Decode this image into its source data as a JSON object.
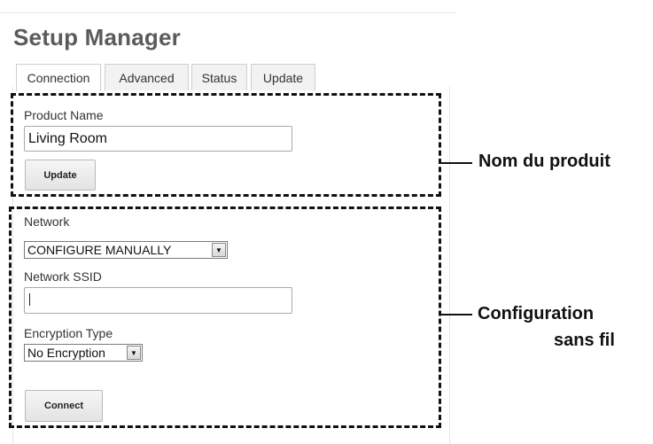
{
  "app": {
    "title": "Setup Manager"
  },
  "tabs": [
    {
      "label": "Connection",
      "active": true
    },
    {
      "label": "Advanced",
      "active": false
    },
    {
      "label": "Status",
      "active": false
    },
    {
      "label": "Update",
      "active": false
    }
  ],
  "product": {
    "label": "Product Name",
    "value": "Living Room",
    "update_label": "Update"
  },
  "network": {
    "label": "Network",
    "selected": "CONFIGURE MANUALLY",
    "ssid_label": "Network SSID",
    "ssid_value": "",
    "encryption_label": "Encryption Type",
    "encryption_selected": "No Encryption",
    "connect_label": "Connect"
  },
  "callouts": {
    "product": "Nom du produit",
    "wireless_line1": "Configuration",
    "wireless_line2": "sans fil"
  },
  "icons": {
    "select_arrow": "chevron-down-icon"
  }
}
